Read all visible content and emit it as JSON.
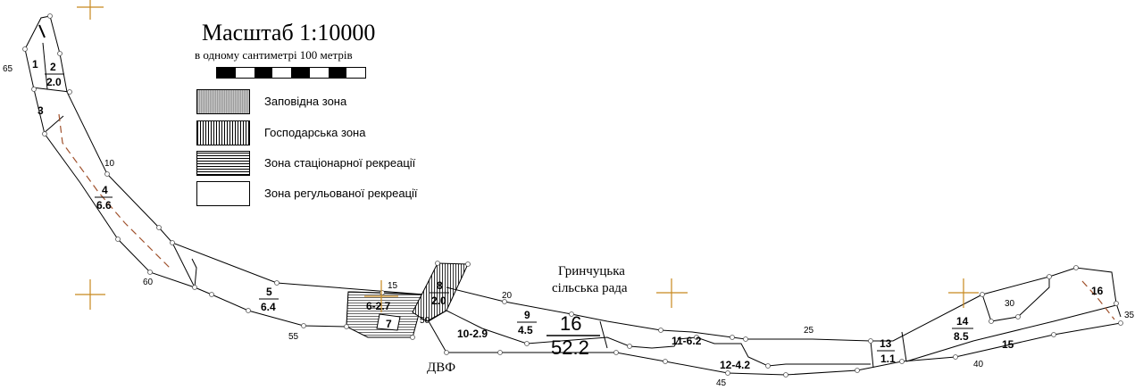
{
  "scale": {
    "title": "Масштаб  1:10000",
    "subtitle": "в одному сантиметрі 100 метрів",
    "bar_segments": 8
  },
  "legend": [
    {
      "key": "reserve",
      "label": "Заповідна зона"
    },
    {
      "key": "econ",
      "label": "Господарська зона"
    },
    {
      "key": "stat",
      "label": "Зона стаціонарної рекреації"
    },
    {
      "key": "reg",
      "label": "Зона регульованої рекреації"
    }
  ],
  "places": {
    "council_line1": "Гринчуцька",
    "council_line2": "сільська рада",
    "dvf": "ДВФ"
  },
  "big_parcel": {
    "num": "16",
    "area": "52.2"
  },
  "parcels": [
    {
      "num": "1"
    },
    {
      "num": "2",
      "area": "2.0"
    },
    {
      "num": "3"
    },
    {
      "num": "4",
      "area": "6.6"
    },
    {
      "num": "5",
      "area": "6.4"
    },
    {
      "label": "6-2.7"
    },
    {
      "num": "7"
    },
    {
      "num": "8",
      "area": "2.0"
    },
    {
      "num": "9",
      "area": "4.5"
    },
    {
      "label": "10-2.9"
    },
    {
      "label": "11-6.2"
    },
    {
      "label": "12-4.2"
    },
    {
      "num": "13",
      "area": "1.1"
    },
    {
      "num": "14",
      "area": "8.5"
    },
    {
      "num": "15"
    },
    {
      "num": "16"
    }
  ],
  "point_numbers": [
    "65",
    "10",
    "60",
    "55",
    "15",
    "50",
    "20",
    "25",
    "45",
    "40",
    "30",
    "35"
  ],
  "colors": {
    "line": "#000000",
    "cross": "#c8891e",
    "dashed": "#a0522d",
    "reserve_fill": "#bdbdbd"
  }
}
